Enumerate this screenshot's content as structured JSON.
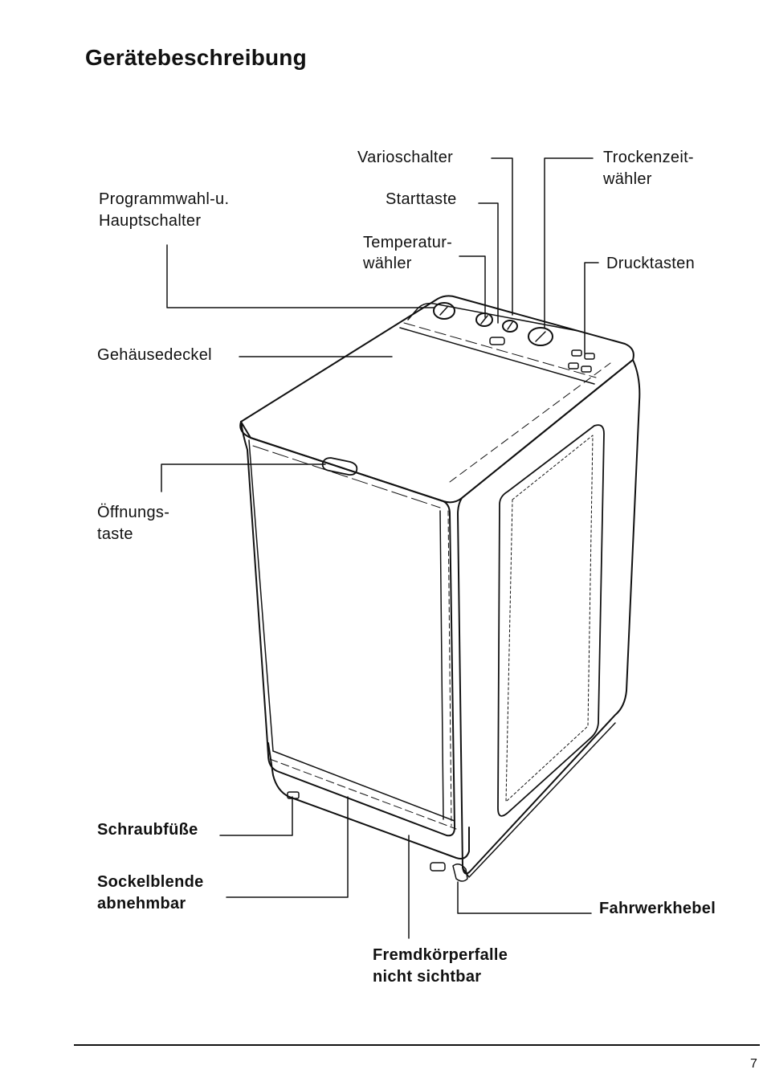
{
  "page": {
    "title": "Gerätebeschreibung",
    "page_number": "7"
  },
  "labels": {
    "variotaste_top": "Varioschalter",
    "starttaste": "Starttaste",
    "temperatur_line1": "Temperatur-",
    "temperatur_line2": "wähler",
    "trockenzeit_line1": "Trockenzeit-",
    "trockenzeit_line2": "wähler",
    "drucktasten": "Drucktasten",
    "programmwahl_line1": "Programmwahl-u.",
    "programmwahl_line2": "Hauptschalter",
    "gehaeusedeckel": "Gehäusedeckel",
    "oeffnung_line1": "Öffnungs-",
    "oeffnung_line2": "taste",
    "schraubfuesse": "Schraubfüße",
    "sockel_line1": "Sockelblende",
    "sockel_line2": "abnehmbar",
    "fahrwerkhebel": "Fahrwerkhebel",
    "fremd_line1": "Fremdkörperfalle",
    "fremd_line2": "nicht sichtbar"
  }
}
